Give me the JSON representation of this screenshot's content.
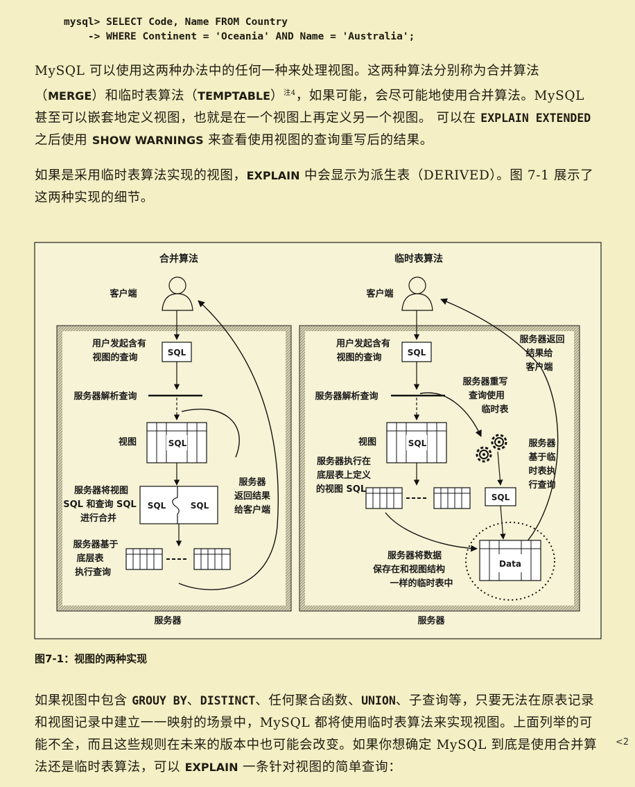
{
  "code": {
    "line1": "mysql> SELECT Code, Name FROM Country",
    "line2": "    -> WHERE Continent = 'Oceania' AND Name = 'Australia';"
  },
  "para1": {
    "t1": "MySQL 可以使用这两种办法中的任何一种来处理视图。这两种算法分别称为合并算法（",
    "merge": "MERGE",
    "t2": "）和临时表算法（",
    "temptable": "TEMPTABLE",
    "t3": "）",
    "note": "注4",
    "t4": "，如果可能，会尽可能地使用合并算法。MySQL 甚至可以嵌套地定义视图，也就是在一个视图上再定义另一个视图。 可以在 ",
    "explain_extended": "EXPLAIN EXTENDED",
    "t5": " 之后使用 ",
    "show_warnings": "SHOW WARNINGS",
    "t6": " 来查看使用视图的查询重写后的结果。"
  },
  "para2": {
    "t1": "如果是采用临时表算法实现的视图，",
    "explain": "EXPLAIN",
    "t2": " 中会显示为派生表（DERIVED）。图 7-1 展示了这两种实现的细节。"
  },
  "figure": {
    "left": {
      "title": "合并算法",
      "client": "客户端",
      "user_query": [
        "用户发起含有",
        "视图的查询"
      ],
      "sql": "SQL",
      "parse": "服务器解析查询",
      "view": "视图",
      "merge_label": [
        "服务器将视图",
        "SQL 和查询 SQL",
        "进行合并"
      ],
      "execute_label": [
        "服务器基于",
        "底层表",
        "执行查询"
      ],
      "return_label": [
        "服务器",
        "返回结果",
        "给客户端"
      ],
      "server": "服务器"
    },
    "right": {
      "title": "临时表算法",
      "client": "客户端",
      "user_query": [
        "用户发起含有",
        "视图的查询"
      ],
      "sql": "SQL",
      "parse": "服务器解析查询",
      "view": "视图",
      "rewrite": [
        "服务器重写",
        "查询使用",
        "临时表"
      ],
      "return_label": [
        "服务器返回",
        "结果给",
        "客户端"
      ],
      "exec_view": [
        "服务器执行在",
        "底层表上定义",
        "的视图 SQL"
      ],
      "exec_temp": [
        "服务器",
        "基于临",
        "时表执",
        "行查询"
      ],
      "save_label": [
        "服务器将数据",
        "保存在和视图结构",
        "一样的临时表中"
      ],
      "data": "Data",
      "server": "服务器"
    }
  },
  "caption": "图7-1：视图的两种实现",
  "para3": {
    "t1": "如果视图中包含 ",
    "group_by": "GROUY  BY",
    "t2": "、",
    "distinct": "DISTINCT",
    "t3": "、任何聚合函数、",
    "union": "UNION",
    "t4": "、子查询等，只要无法在原表记录和视图记录中建立一一映射的场景中，MySQL 都将使用临时表算法来实现视图。上面列举的可能不全，而且这些规则在未来的版本中也可能会改变。如果你想确定 MySQL 到底是使用合并算法还是临时表算法，可以 ",
    "explain": "EXPLAIN",
    "t5": " 一条针对视图的简单查询："
  },
  "page_mark": "<2"
}
